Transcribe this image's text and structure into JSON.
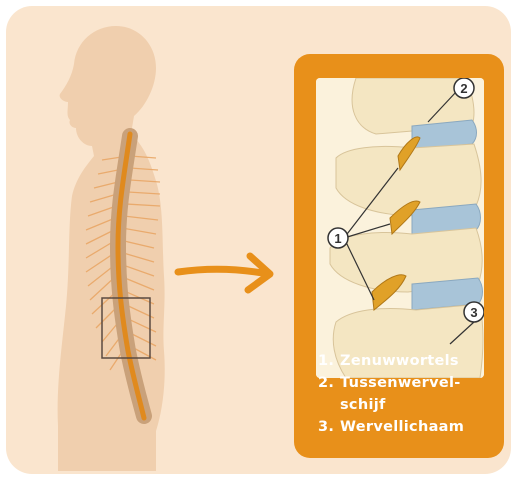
{
  "callouts": [
    "1",
    "2",
    "3"
  ],
  "legend": [
    {
      "num": "1.",
      "lines": [
        "Zenuwwortels"
      ]
    },
    {
      "num": "2.",
      "lines": [
        "Tussenwervel-",
        "schijf"
      ]
    },
    {
      "num": "3.",
      "lines": [
        "Wervellichaam"
      ]
    }
  ],
  "colors": {
    "background": "#fae5ce",
    "panel": "#e8901a",
    "body": "#f0cfae",
    "spine": "#e08a1e",
    "disc": "#a8c4d8",
    "bone": "#f4e6c2"
  }
}
